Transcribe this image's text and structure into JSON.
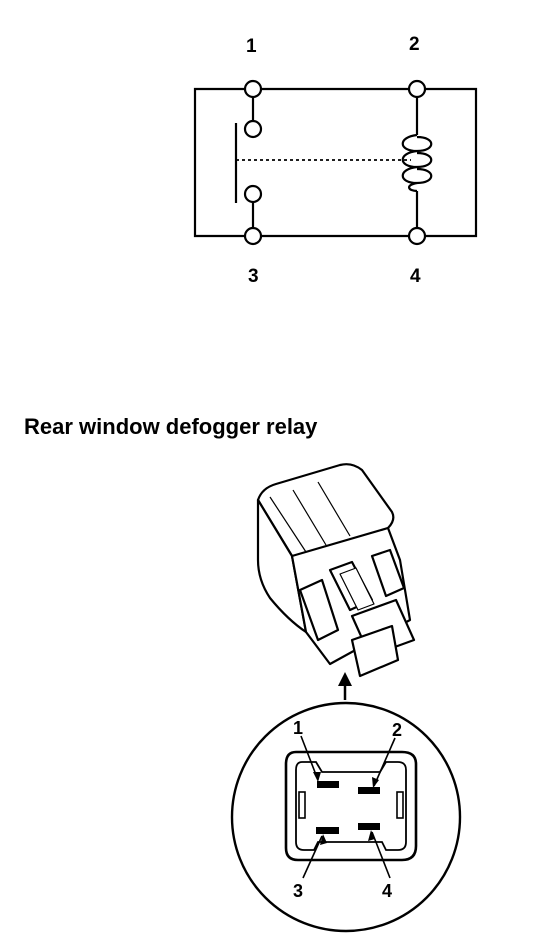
{
  "schematic": {
    "terminal_1": "1",
    "terminal_2": "2",
    "terminal_3": "3",
    "terminal_4": "4"
  },
  "relay_title": "Rear window defogger relay",
  "connector": {
    "pin_1": "1",
    "pin_2": "2",
    "pin_3": "3",
    "pin_4": "4"
  }
}
